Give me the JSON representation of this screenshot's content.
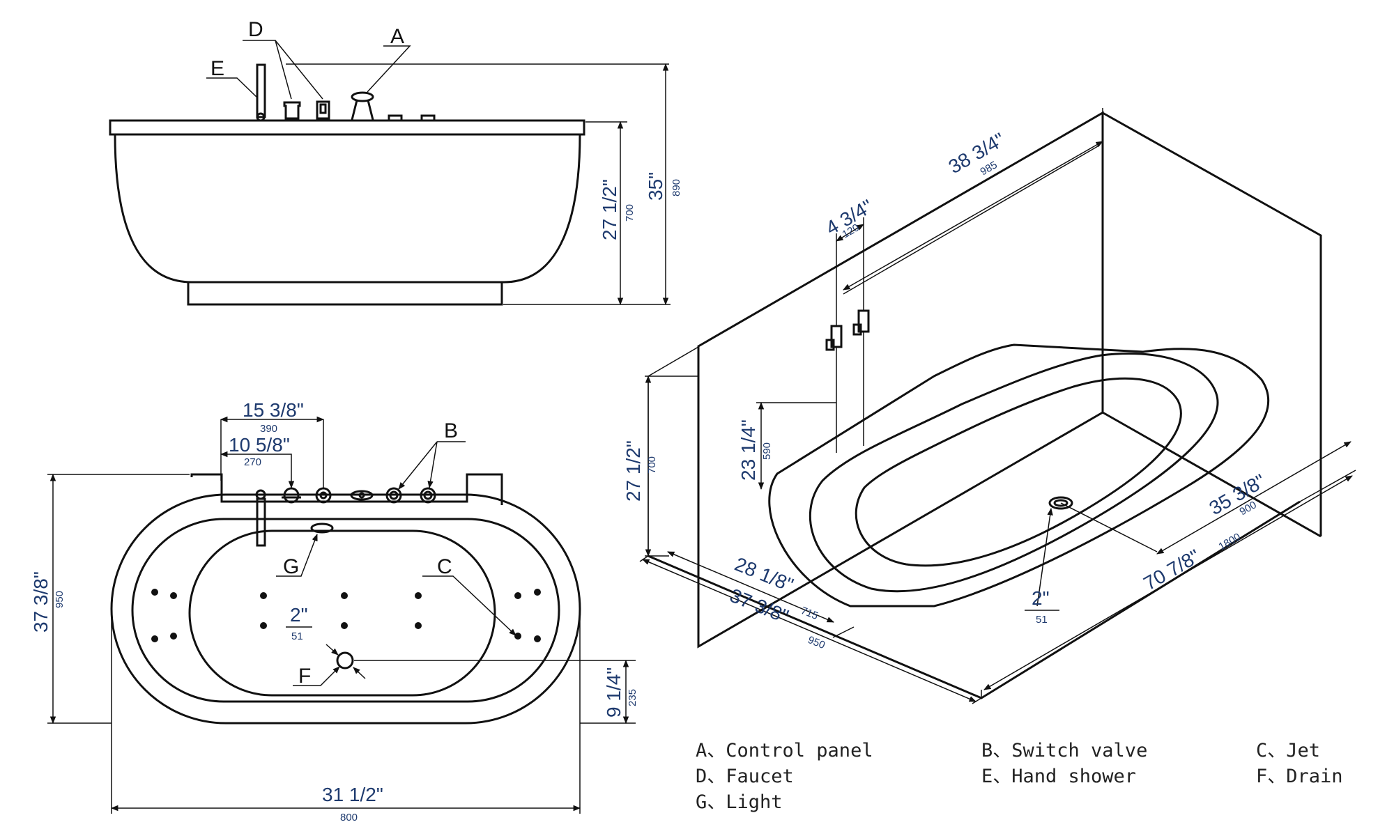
{
  "side_view": {
    "callouts": {
      "a": "A",
      "d": "D",
      "e": "E"
    },
    "dims": {
      "total_height_in": "35\"",
      "total_height_mm": "890",
      "tub_height_in": "27 1/2\"",
      "tub_height_mm": "700"
    }
  },
  "top_view": {
    "callouts": {
      "b": "B",
      "c": "C",
      "g": "G",
      "f": "F"
    },
    "dims": {
      "span_a_in": "15 3/8\"",
      "span_a_mm": "390",
      "span_b_in": "10 5/8\"",
      "span_b_mm": "270",
      "depth_in": "37 3/8\"",
      "depth_mm": "950",
      "drain_offset_in": "9 1/4\"",
      "drain_offset_mm": "235",
      "drain_in": "2\"",
      "drain_mm": "51",
      "width_in": "31 1/2\"",
      "width_mm": "800"
    }
  },
  "iso_view": {
    "dims": {
      "back_wall_in": "38 3/4\"",
      "back_wall_mm": "985",
      "valve_spacing_in": "4 3/4\"",
      "valve_spacing_mm": "120",
      "valve_height_in": "23 1/4\"",
      "valve_height_mm": "590",
      "tub_height_in": "27 1/2\"",
      "tub_height_mm": "700",
      "inner_width_in": "35 3/8\"",
      "inner_width_mm": "900",
      "length_in": "70 7/8\"",
      "length_mm": "1800",
      "inner_depth_in": "28 1/8\"",
      "inner_depth_mm": "715",
      "outer_depth_in": "37 3/8\"",
      "outer_depth_mm": "950",
      "drain_in": "2\"",
      "drain_mm": "51"
    }
  },
  "legend": [
    "A、Control panel",
    "B、Switch valve",
    "C、Jet",
    "D、Faucet",
    "E、Hand shower",
    "F、Drain",
    "G、Light"
  ]
}
